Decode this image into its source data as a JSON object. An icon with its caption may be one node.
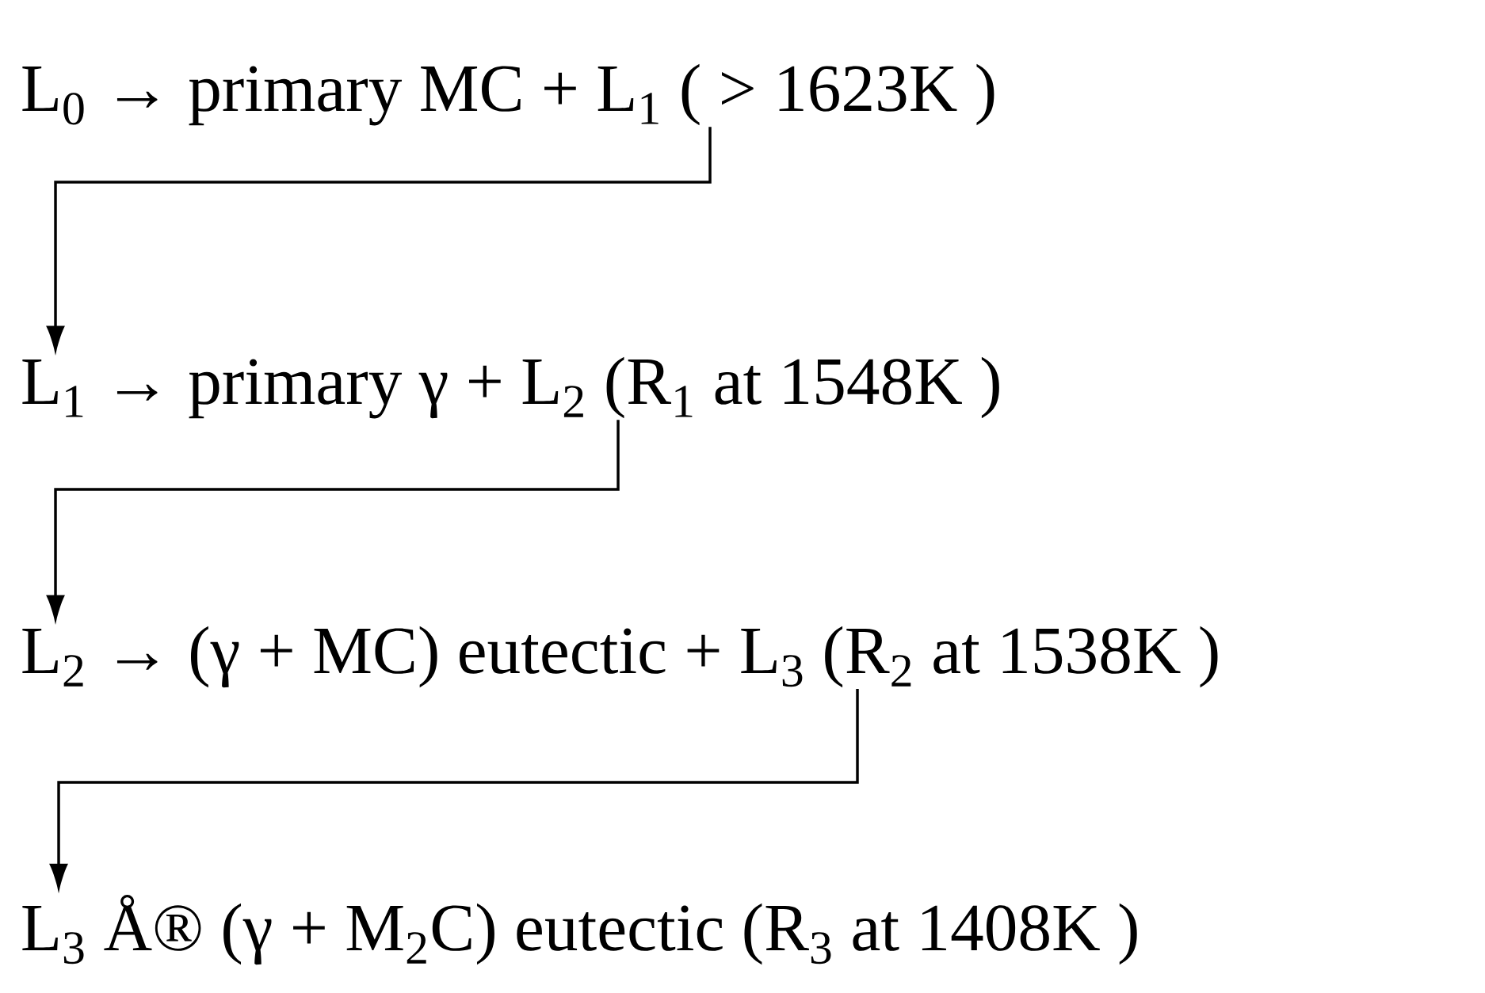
{
  "diagram": {
    "nodes": [
      {
        "text": [
          "L$_{0}$ → primary MC + L$_{1}$ ( > 1623K )"
        ]
      },
      {
        "text": [
          "L$_{1}$ → primary γ + L$_{2}$ (R$_{1}$ at 1548K )"
        ]
      },
      {
        "text": [
          "L$_{2}$ → (γ + MC) eutectic + L$_{3}$ (R$_{2}$ at 1538K )"
        ]
      },
      {
        "text": [
          "L$_{3}$ Å® (γ + M$_{2}$C) eutectic (R$_{3}$ at 1408K )"
        ]
      }
    ],
    "edges": [
      {
        "from": 0,
        "to": 1,
        "arrow": "to"
      },
      {
        "from": 1,
        "to": 2,
        "arrow": "to"
      },
      {
        "from": 2,
        "to": 3,
        "arrow": "to"
      }
    ]
  }
}
